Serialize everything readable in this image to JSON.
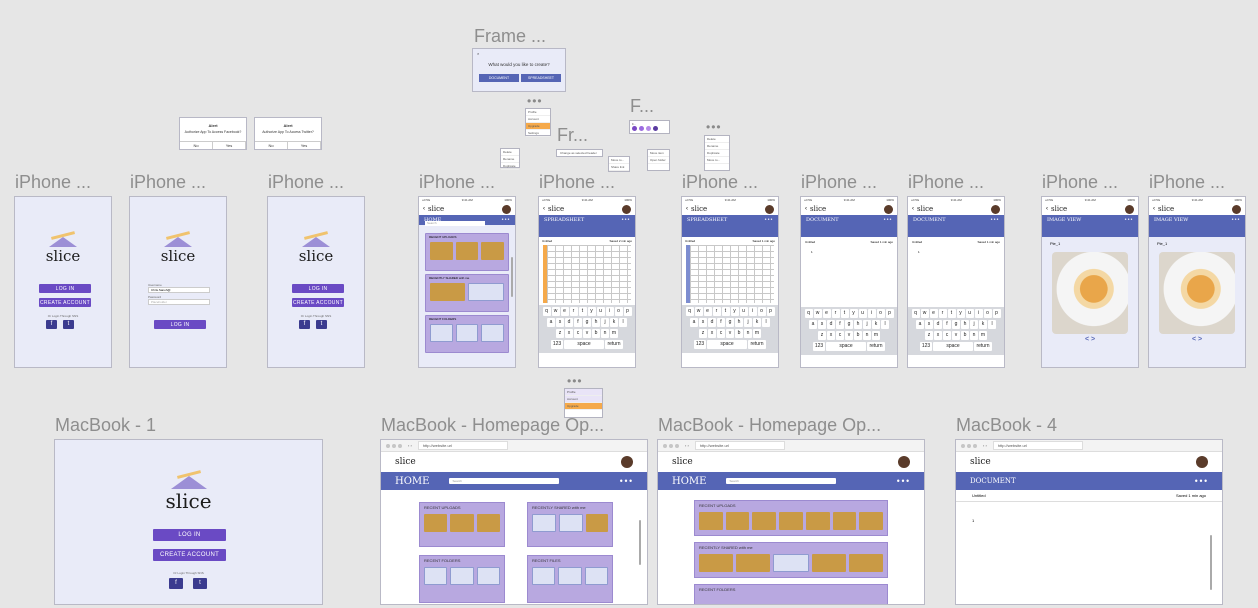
{
  "labels": {
    "frame_top": "Frame ...",
    "f_small": "F...",
    "fr_small": "Fr...",
    "iphone": "iPhone ...",
    "macbook1": "MacBook - 1",
    "macbook2": "MacBook - Homepage Op...",
    "macbook3": "MacBook - Homepage Op...",
    "macbook4": "MacBook - 4",
    "dots": "•••"
  },
  "dialog_create": {
    "title": "What would you like to create?",
    "btn_document": "DOCUMENT",
    "btn_spreadsheet": "SPREADSHEET"
  },
  "alert_left": {
    "title": "Alert",
    "message": "Authorize App To Access Facebook?",
    "no": "No",
    "yes": "Yes"
  },
  "alert_right": {
    "title": "Alert",
    "message": "Authorize App To Access Twitter?",
    "no": "No",
    "yes": "Yes"
  },
  "dropdown_top": [
    "Profile",
    "Account",
    "Upgrade",
    "Settings"
  ],
  "dropdown_bottom": [
    "Profile",
    "Account",
    "Upgrade"
  ],
  "share_menu": [
    "Delete",
    "Rename",
    "Duplicate"
  ],
  "move_menu": [
    "Move to...",
    "Share link"
  ],
  "folder_menu": [
    "Move item",
    "Open folder"
  ],
  "change_bar": "Change as selected header",
  "brand": "slice",
  "login": {
    "log_in": "LOG IN",
    "create_account": "CREATE ACCOUNT",
    "or_social": "Or Login Through SNS",
    "facebook": "f",
    "twitter": "t",
    "username_label": "Username",
    "username_value": "Chris.Sanoh@",
    "password_label": "Password",
    "password_placeholder": "Placeholder"
  },
  "home": {
    "title": "HOME",
    "search": "Search",
    "recent_uploads": "RECENT UPLOADS",
    "recently_shared": "RECENTLY SHARED with me",
    "recent_folders": "RECENT FOLDERS",
    "recent_files": "RECENT FILES",
    "more": "•••"
  },
  "spreadsheet": {
    "title": "SPREADSHEET",
    "untitled": "Untitled",
    "saved": "Saved 2 min ago",
    "saved_short": "Saved 1 min ago"
  },
  "document": {
    "title": "DOCUMENT",
    "untitled": "Untitled",
    "line1": "1"
  },
  "image_view": {
    "title": "IMAGE VIEW",
    "file": "Pie_1",
    "nav": "< >"
  },
  "status_bar": {
    "carrier": "••ll 5G",
    "time": "9:41 AM",
    "battery": "100%"
  },
  "keyboard": {
    "row1": [
      "q",
      "w",
      "e",
      "r",
      "t",
      "y",
      "u",
      "i",
      "o",
      "p"
    ],
    "row2": [
      "a",
      "s",
      "d",
      "f",
      "g",
      "h",
      "j",
      "k",
      "l"
    ],
    "row3": [
      "z",
      "x",
      "c",
      "v",
      "b",
      "n",
      "m"
    ],
    "space": "space",
    "return": "return",
    "num": "123"
  },
  "browser": {
    "url": "http://website.url"
  },
  "colors": {
    "accent": "#6a4ac4",
    "header_blue": "#5565b5",
    "card": "#b8a8e0",
    "bg_frame": "#e9ebf8",
    "canvas": "#e6e6e6"
  }
}
